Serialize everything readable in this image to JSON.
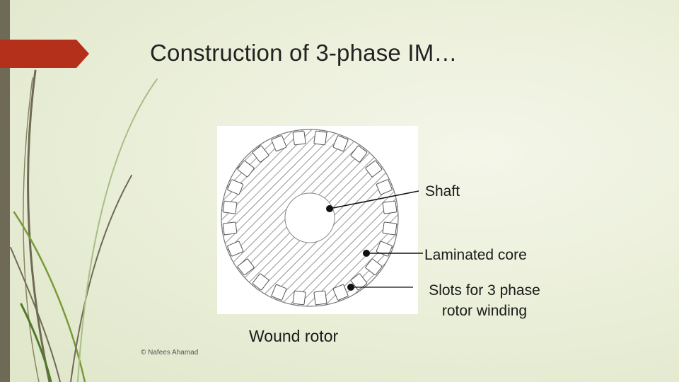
{
  "slide": {
    "title": "Construction of 3-phase IM…",
    "caption": "Wound rotor",
    "copyright": "© Nafees Ahamad",
    "accent_color": "#b5301b",
    "sidebar_color": "#6f6a55"
  },
  "diagram": {
    "labels": {
      "shaft": "Shaft",
      "core": "Laminated core",
      "slots_line1": "Slots for 3 phase",
      "slots_line2": "rotor winding"
    }
  }
}
